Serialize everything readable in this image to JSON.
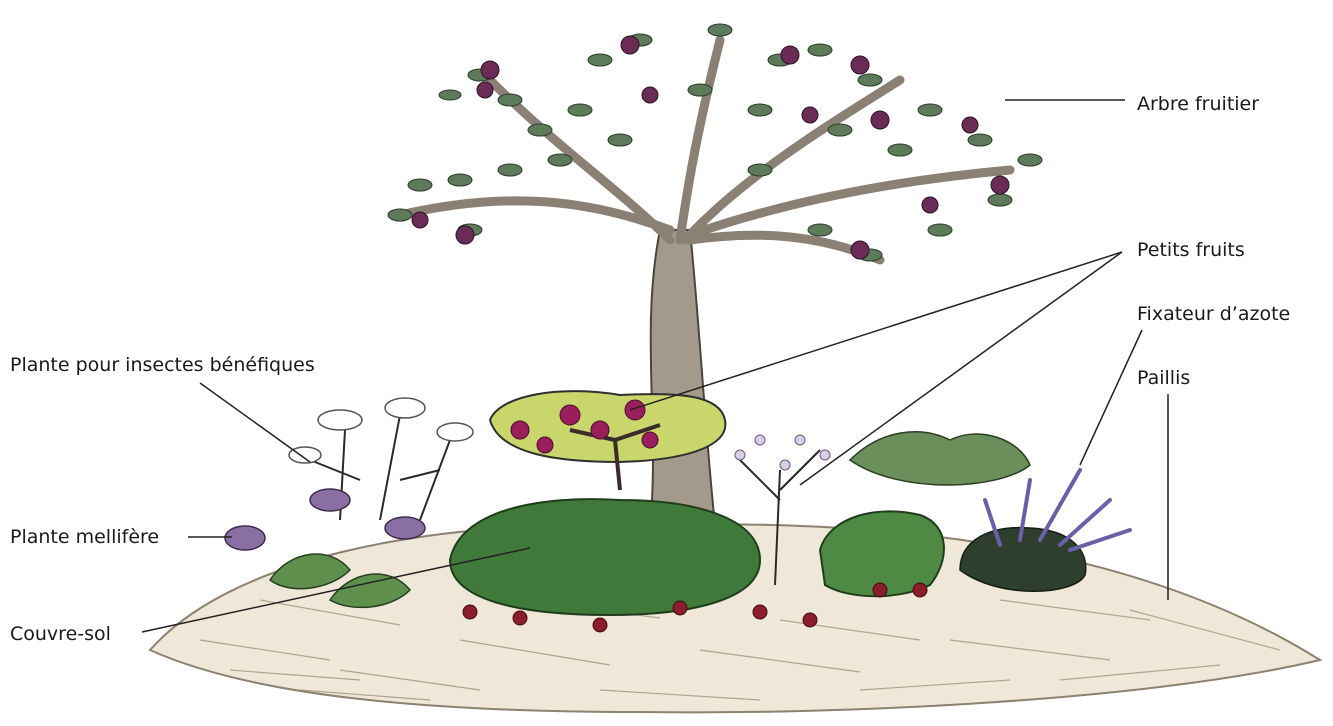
{
  "labels": {
    "arbre_fruitier": "Arbre fruitier",
    "petits_fruits": "Petits fruits",
    "fixateur_azote": "Fixateur d’azote",
    "paillis": "Paillis",
    "plante_insectes": "Plante pour insectes bénéfiques",
    "plante_mellifere": "Plante mellifère",
    "couvre_sol": "Couvre-sol"
  },
  "colors": {
    "trunk": "#a39a8c",
    "leaf": "#5d7a5a",
    "fruit": "#6a2c55",
    "berry": "#9b1e5c",
    "ground_cover": "#3f7a3a",
    "mulch": "#ede6d6",
    "lavender": "#6b5fa8",
    "leader_line": "#222222"
  }
}
